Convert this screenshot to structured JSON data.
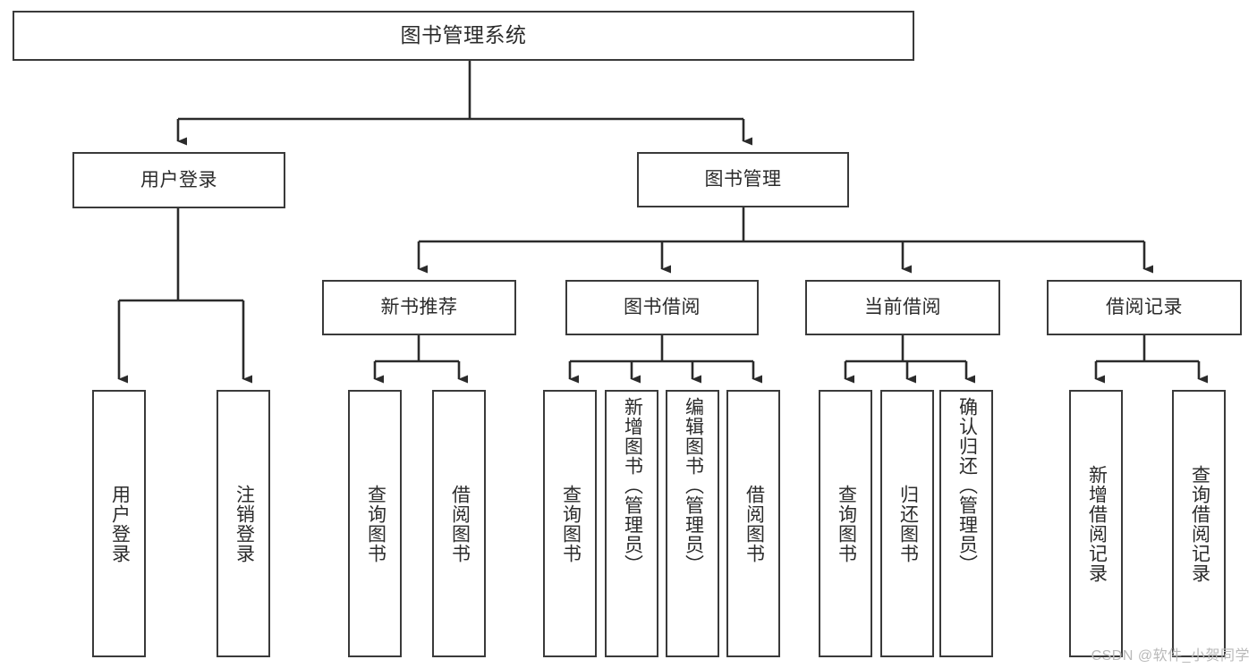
{
  "diagram": {
    "type": "tree",
    "title": "图书管理系统",
    "orientation": "top-down",
    "colors": {
      "box_border": "#3a3a3a",
      "box_fill": "#ffffff",
      "connector": "#2b2b2b",
      "text": "#2b2b2b",
      "watermark": "#b9b9b9",
      "background": "#ffffff"
    },
    "nodes": {
      "root": {
        "label": "图书管理系统"
      },
      "level1": [
        {
          "label": "用户登录"
        },
        {
          "label": "图书管理"
        }
      ],
      "level2": [
        {
          "label": "新书推荐"
        },
        {
          "label": "图书借阅"
        },
        {
          "label": "当前借阅"
        },
        {
          "label": "借阅记录"
        }
      ],
      "leaves": {
        "user_login": [
          {
            "label": "用户登录"
          },
          {
            "label": "注销登录"
          }
        ],
        "new_book": [
          {
            "label": "查询图书"
          },
          {
            "label": "借阅图书"
          }
        ],
        "book_borrow": [
          {
            "label": "查询图书"
          },
          {
            "label": "新增图书（管理员）"
          },
          {
            "label": "编辑图书（管理员）"
          },
          {
            "label": "借阅图书"
          }
        ],
        "current_borrow": [
          {
            "label": "查询图书"
          },
          {
            "label": "归还图书"
          },
          {
            "label": "确认归还（管理员）"
          }
        ],
        "borrow_record": [
          {
            "label": "新增借阅记录"
          },
          {
            "label": "查询借阅记录"
          }
        ]
      }
    },
    "watermark": "CSDN @软件_小贺同学"
  }
}
